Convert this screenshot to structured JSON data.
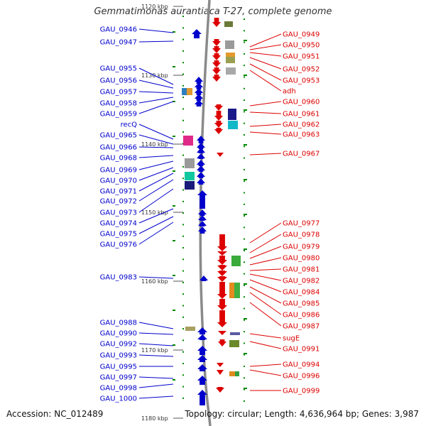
{
  "title": "Gemmatimonas aurantiaca T-27, complete genome",
  "accession": "Accession: NC_012489",
  "topology": "Topology: circular; Length: 4,636,964 bp; Genes: 3,987",
  "colors": {
    "left": "#0000cc",
    "right": "#dd0000",
    "backbone": "#888888",
    "tick": "#008800"
  },
  "kbp_ticks": [
    "1120 kbp",
    "1130 kbp",
    "1140 kbp",
    "1150 kbp",
    "1160 kbp",
    "1170 kbp",
    "1180 kbp"
  ],
  "left_labels": [
    "GAU_0946",
    "GAU_0947",
    "GAU_0955",
    "GAU_0956",
    "GAU_0957",
    "GAU_0958",
    "GAU_0959",
    "recQ",
    "GAU_0965",
    "GAU_0966",
    "GAU_0968",
    "GAU_0969",
    "GAU_0970",
    "GAU_0971",
    "GAU_0972",
    "GAU_0973",
    "GAU_0974",
    "GAU_0975",
    "GAU_0976",
    "GAU_0983",
    "GAU_0988",
    "GAU_0990",
    "GAU_0992",
    "GAU_0993",
    "GAU_0995",
    "GAU_0997",
    "GAU_0998",
    "GAU_1000"
  ],
  "right_labels": [
    "GAU_0949",
    "GAU_0950",
    "GAU_0951",
    "GAU_0952",
    "GAU_0953",
    "adh",
    "GAU_0960",
    "GAU_0961",
    "GAU_0962",
    "GAU_0963",
    "GAU_0967",
    "GAU_0977",
    "GAU_0978",
    "GAU_0979",
    "GAU_0980",
    "GAU_0981",
    "GAU_0982",
    "GAU_0984",
    "GAU_0985",
    "GAU_0986",
    "GAU_0987",
    "sugE",
    "GAU_0991",
    "GAU_0994",
    "GAU_0996",
    "GAU_0999"
  ]
}
